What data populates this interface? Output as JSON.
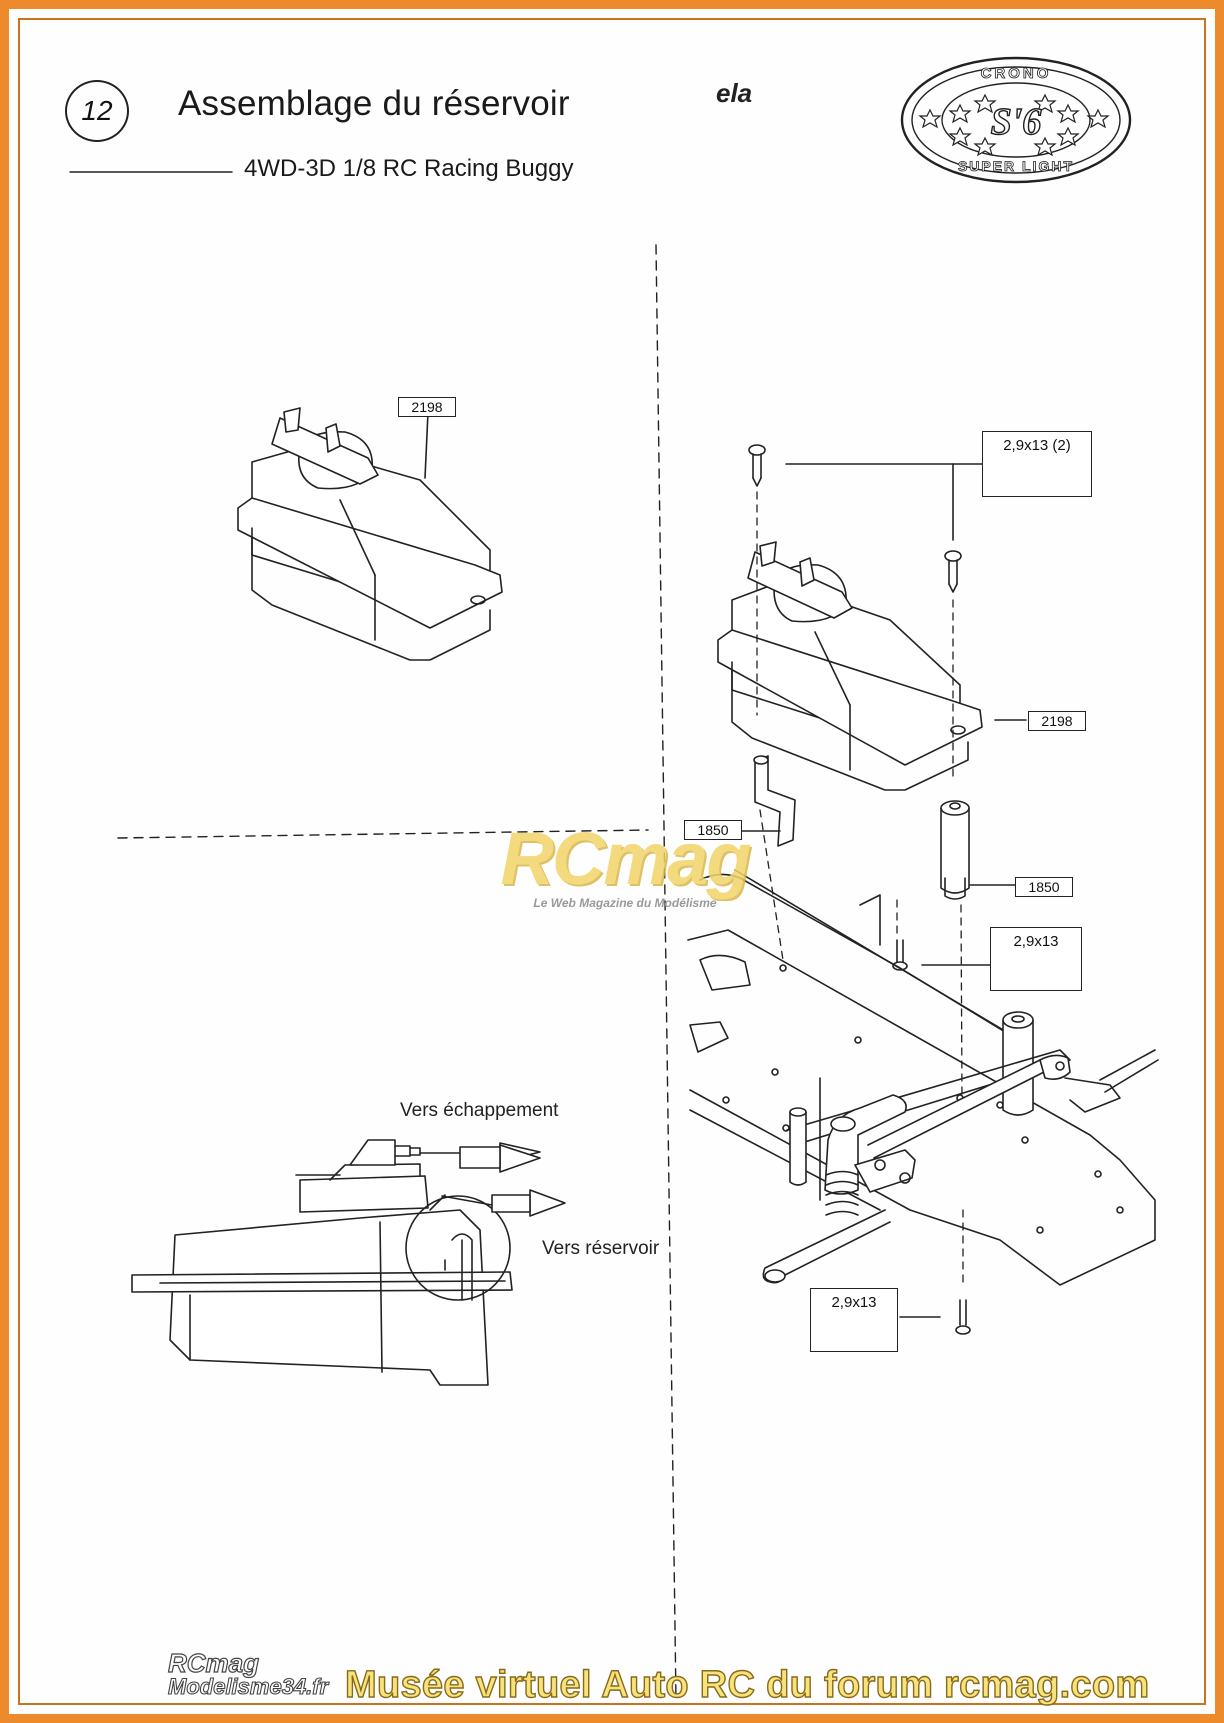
{
  "header": {
    "step_number": "12",
    "title": "Assemblage du réservoir",
    "title_tail": "ela",
    "subtitle": "4WD-3D 1/8 RC Racing Buggy"
  },
  "emblem": {
    "top_text": "CRONO",
    "center_text": "S'6",
    "bottom_text": "SUPER LIGHT"
  },
  "parts": {
    "tank_left": "2198",
    "tank_right": "2198",
    "post_left": "1850",
    "post_right": "1850"
  },
  "screws": {
    "top": "2,9x13 (2)",
    "middle": "2,9x13",
    "bottom": "2,9x13"
  },
  "labels": {
    "exhaust": "Vers échappement",
    "tank": "Vers réservoir"
  },
  "watermark": {
    "logo": "RCmag",
    "tagline": "Le Web Magazine du Modélisme"
  },
  "footer": {
    "logo_line1": "RCmag",
    "logo_line2": "Modelisme34.fr",
    "text": "Musée virtuel Auto RC du forum rcmag.com"
  },
  "colors": {
    "border": "#ec8a2c",
    "footer_text": "#f7e37b",
    "watermark": "#f2d46a"
  }
}
